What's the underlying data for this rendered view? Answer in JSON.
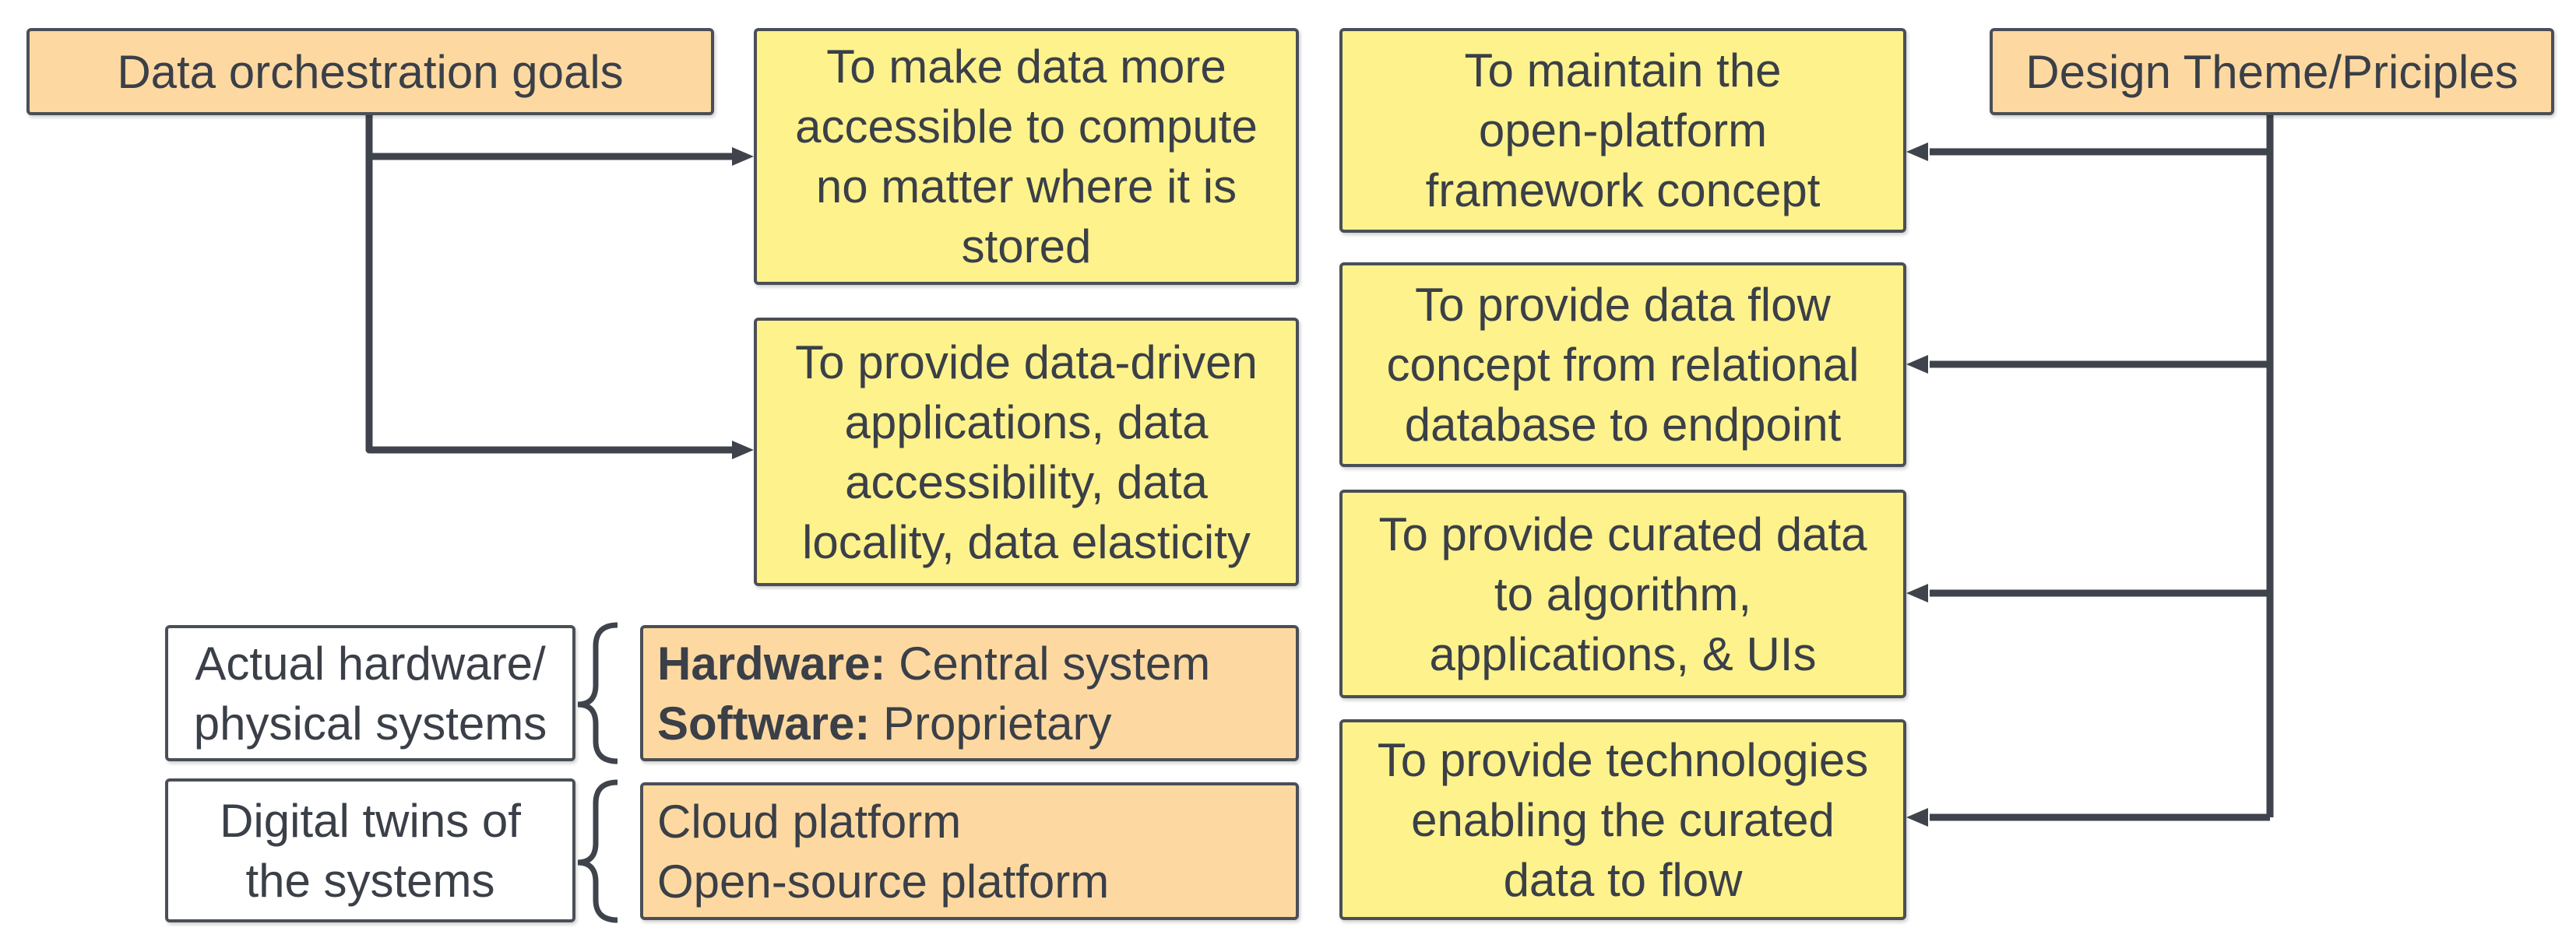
{
  "left_header": {
    "title": "Data orchestration goals"
  },
  "right_header": {
    "title": "Design Theme/Priciples"
  },
  "goals": [
    {
      "lines": [
        "To make data more",
        "accessible to compute",
        "no matter where it is",
        "stored"
      ]
    },
    {
      "lines": [
        "To provide data-driven",
        "applications, data",
        "accessibility, data",
        "locality, data elasticity"
      ]
    }
  ],
  "principles": [
    {
      "lines": [
        "To maintain the",
        "open-platform",
        "framework concept"
      ]
    },
    {
      "lines": [
        "To provide data flow",
        "concept from relational",
        "database to endpoint"
      ]
    },
    {
      "lines": [
        "To provide curated data",
        "to algorithm,",
        "applications, & UIs"
      ]
    },
    {
      "lines": [
        "To provide technologies",
        "enabling the curated",
        "data to flow"
      ]
    }
  ],
  "systems": [
    {
      "label_lines": [
        "Actual hardware/",
        "physical systems"
      ],
      "detail": [
        {
          "bold": "Hardware:",
          "text": " Central system"
        },
        {
          "bold": "Software:",
          "text": " Proprietary"
        }
      ]
    },
    {
      "label_lines": [
        "Digital twins of",
        "the systems"
      ],
      "detail": [
        {
          "bold": "",
          "text": "Cloud platform"
        },
        {
          "bold": "",
          "text": "Open-source platform"
        }
      ]
    }
  ],
  "colors": {
    "orange_fill": "#fdd9a1",
    "yellow_fill": "#fdf28c",
    "outline": "#4a4f57",
    "connector": "#3f444c"
  }
}
